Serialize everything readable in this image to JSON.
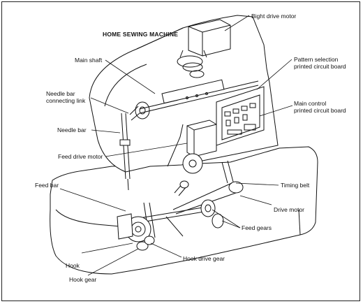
{
  "title": "HOME SEWING MACHINE",
  "labels": {
    "bight_drive_motor": "Bight drive motor",
    "main_shaft": "Main shaft",
    "pattern_selection_l1": "Pattern selection",
    "pattern_selection_l2": "printed circuit board",
    "needle_bar_link_l1": "Needle bar",
    "needle_bar_link_l2": "connecting link",
    "main_control_l1": "Main control",
    "main_control_l2": "printed circuit board",
    "needle_bar": "Needle bar",
    "feed_drive_motor": "Feed drive motor",
    "feed_bar": "Feed bar",
    "timing_belt": "Timing belt",
    "drive_motor": "Drive motor",
    "feed_gears": "Feed gears",
    "hook": "Hook",
    "hook_drive_gear": "Hook drive gear",
    "hook_gear": "Hook gear"
  }
}
